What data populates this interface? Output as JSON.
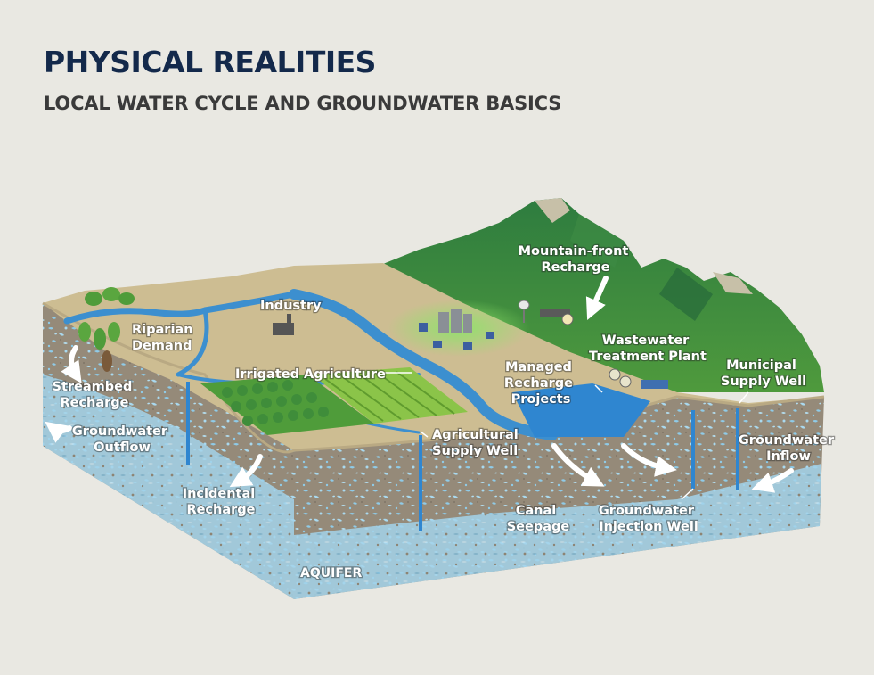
{
  "header": {
    "title": "PHYSICAL REALITIES",
    "subtitle": "LOCAL WATER CYCLE AND GROUNDWATER BASICS"
  },
  "labels": {
    "mountain_front_recharge": [
      "Mountain-front",
      "Recharge"
    ],
    "industry": [
      "Industry"
    ],
    "riparian_demand": [
      "Riparian",
      "Demand"
    ],
    "wastewater_treatment_plant": [
      "Wastewater",
      "Treatment Plant"
    ],
    "managed_recharge_projects": [
      "Managed",
      "Recharge",
      "Projects"
    ],
    "municipal_supply_well": [
      "Municipal",
      "Supply Well"
    ],
    "irrigated_agriculture": [
      "Irrigated Agriculture"
    ],
    "streambed_recharge": [
      "Streambed",
      "Recharge"
    ],
    "groundwater_outflow": [
      "Groundwater",
      "Outflow"
    ],
    "agricultural_supply_well": [
      "Agricultural",
      "Supply Well"
    ],
    "groundwater_inflow": [
      "Groundwater",
      "Inflow"
    ],
    "incidental_recharge": [
      "Incidental",
      "Recharge"
    ],
    "canal_seepage": [
      "Canal",
      "Seepage"
    ],
    "groundwater_injection_well": [
      "Groundwater",
      "Injection Well"
    ],
    "aquifer": [
      "AQUIFER"
    ]
  },
  "colors": {
    "title": "#13294b",
    "subtitle": "#3a3a3a",
    "background": "#e9e8e2",
    "land_surface": "#cdbd92",
    "soil": "#9a8f7e",
    "aquifer_water": "#9fd4ec",
    "river": "#3c8fcf",
    "mountain": "#2f7a3c"
  }
}
